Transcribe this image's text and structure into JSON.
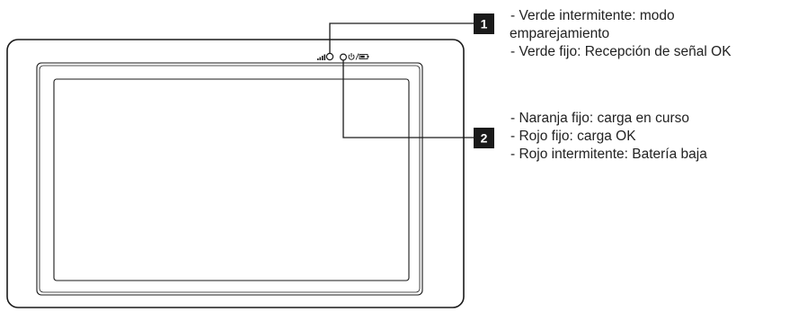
{
  "callouts": [
    {
      "number": "1",
      "lines": [
        "- Verde intermitente: modo",
        "emparejamiento",
        "- Verde fijo: Recepción de señal OK"
      ]
    },
    {
      "number": "2",
      "lines": [
        "- Naranja fijo: carga en curso",
        "- Rojo fijo: carga OK",
        "- Rojo intermitente: Batería baja"
      ]
    }
  ],
  "icons": [
    "signal-bars-icon",
    "led-1-icon",
    "led-2-icon",
    "power-icon",
    "battery-icon"
  ],
  "colors": {
    "line": "#1a1a1a",
    "badge": "#1a1a1a",
    "text": "#222222"
  }
}
